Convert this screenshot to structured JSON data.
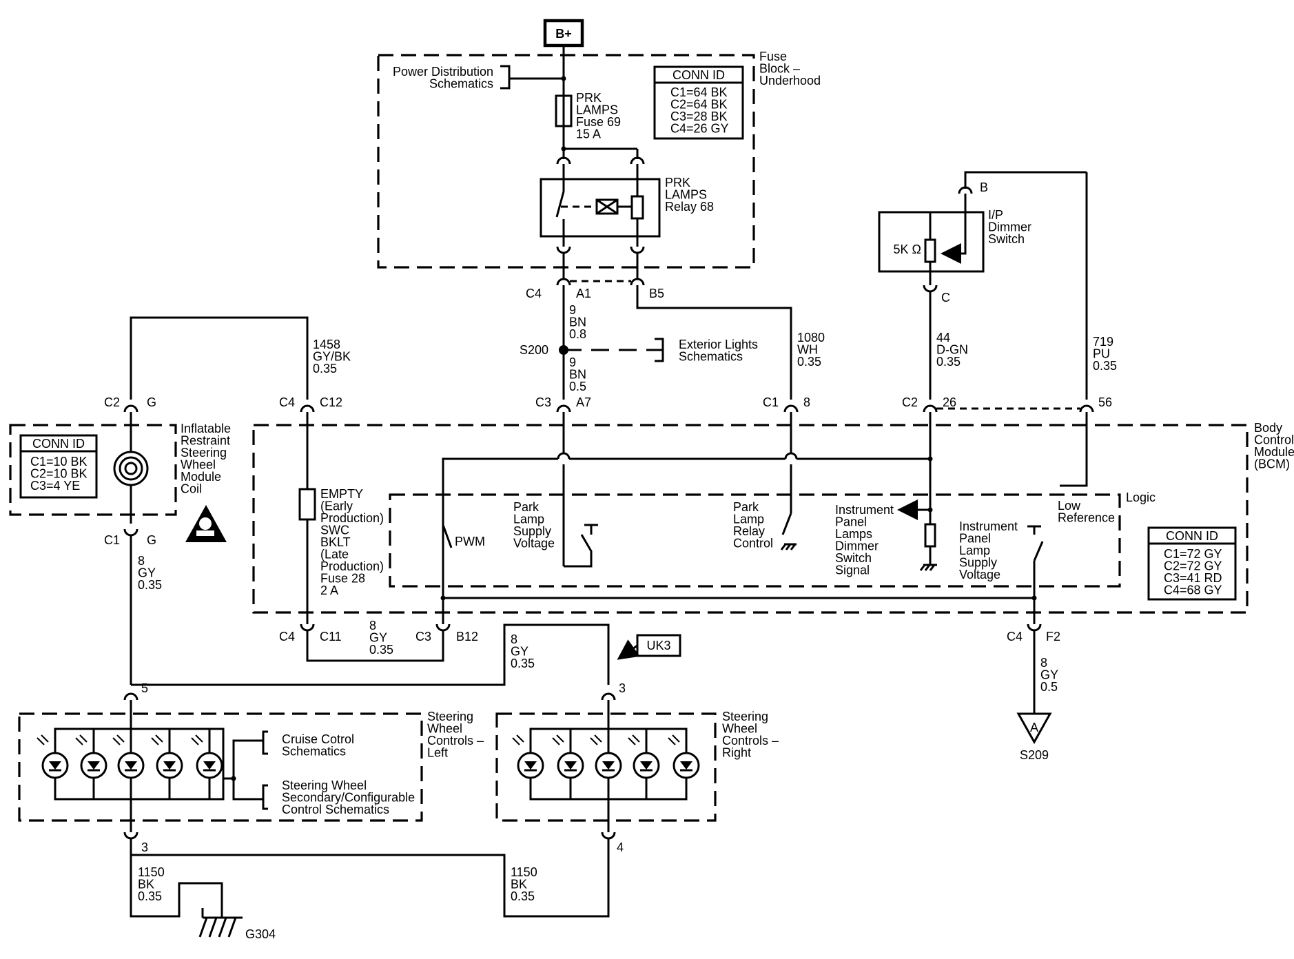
{
  "top": {
    "bplus": "B+"
  },
  "fuse_block": {
    "title": [
      "Fuse",
      "Block –",
      "Underhood"
    ],
    "power_dist": [
      "Power Distribution",
      "Schematics"
    ],
    "fuse": [
      "PRK",
      "LAMPS",
      "Fuse 69",
      "15 A"
    ],
    "relay": [
      "PRK",
      "LAMPS",
      "Relay 68"
    ],
    "conn": {
      "title": "CONN ID",
      "rows": [
        "C1=64 BK",
        "C2=64 BK",
        "C3=28 BK",
        "C4=26 GY"
      ]
    }
  },
  "connectors": {
    "c4a1": [
      "C4",
      "A1"
    ],
    "b5": "B5",
    "s200": "S200",
    "c3a7": [
      "C3",
      "A7"
    ],
    "c1_8": [
      "C1",
      "8"
    ],
    "c2_26": [
      "C2",
      "26"
    ],
    "p56": "56",
    "c2g": [
      "C2",
      "G"
    ],
    "c4c12": [
      "C4",
      "C12"
    ],
    "c1g": [
      "C1",
      "G"
    ],
    "c4c11": [
      "C4",
      "C11"
    ],
    "c3b12": [
      "C3",
      "B12"
    ],
    "c4f2": [
      "C4",
      "F2"
    ],
    "pin_b": "B",
    "pin_c": "C",
    "p5": "5",
    "p3l": "3",
    "p3r": "3",
    "p4": "4"
  },
  "wires": {
    "w_9bn08": [
      "9",
      "BN",
      "0.8"
    ],
    "w_9bn05": [
      "9",
      "BN",
      "0.5"
    ],
    "w_1458": [
      "1458",
      "GY/BK",
      "0.35"
    ],
    "w_1080": [
      "1080",
      "WH",
      "0.35"
    ],
    "w_44": [
      "44",
      "D-GN",
      "0.35"
    ],
    "w_719": [
      "719",
      "PU",
      "0.35"
    ],
    "w_8gy_left": [
      "8",
      "GY",
      "0.35"
    ],
    "w_8gy_mid": [
      "8",
      "GY",
      "0.35"
    ],
    "w_8gy_uk": [
      "8",
      "GY",
      "0.35"
    ],
    "w_8gy_f2": [
      "8",
      "GY",
      "0.5"
    ],
    "w_1150_l": [
      "1150",
      "BK",
      "0.35"
    ],
    "w_1150_r": [
      "1150",
      "BK",
      "0.35"
    ]
  },
  "exterior_lights": [
    "Exterior Lights",
    "Schematics"
  ],
  "dimmer": {
    "label": [
      "I/P",
      "Dimmer",
      "Switch"
    ],
    "resistor": "5K Ω"
  },
  "airbag": {
    "label": [
      "Inflatable",
      "Restraint",
      "Steering",
      "Wheel",
      "Module",
      "Coil"
    ],
    "conn": {
      "title": "CONN ID",
      "rows": [
        "C1=10 BK",
        "C2=10 BK",
        "C3=4 YE"
      ]
    }
  },
  "bcm": {
    "label": [
      "Body",
      "Control",
      "Module",
      "(BCM)"
    ],
    "logic": "Logic",
    "empty_fuse": [
      "EMPTY",
      "(Early",
      "Production)",
      "SWC",
      "BKLT",
      "(Late",
      "Production)",
      "Fuse 28",
      "2 A"
    ],
    "pwm": "PWM",
    "park_supply": [
      "Park",
      "Lamp",
      "Supply",
      "Voltage"
    ],
    "park_relay": [
      "Park",
      "Lamp",
      "Relay",
      "Control"
    ],
    "ip_dimmer_sig": [
      "Instrument",
      "Panel",
      "Lamps",
      "Dimmer",
      "Switch",
      "Signal"
    ],
    "low_ref": [
      "Low",
      "Reference"
    ],
    "ip_supply": [
      "Instrument",
      "Panel",
      "Lamp",
      "Supply",
      "Voltage"
    ],
    "conn": {
      "title": "CONN ID",
      "rows": [
        "C1=72 GY",
        "C2=72 GY",
        "C3=41 RD",
        "C4=68 GY"
      ]
    }
  },
  "uk3": "UK3",
  "swc_left": {
    "label": [
      "Steering",
      "Wheel",
      "Controls –",
      "Left"
    ],
    "cruise": [
      "Cruise Cotrol",
      "Schematics"
    ],
    "secondary": [
      "Steering Wheel",
      "Secondary/Configurable",
      "Control Schematics"
    ]
  },
  "swc_right": {
    "label": [
      "Steering",
      "Wheel",
      "Controls –",
      "Right"
    ]
  },
  "s209": {
    "letter": "A",
    "label": "S209"
  },
  "g304": "G304"
}
